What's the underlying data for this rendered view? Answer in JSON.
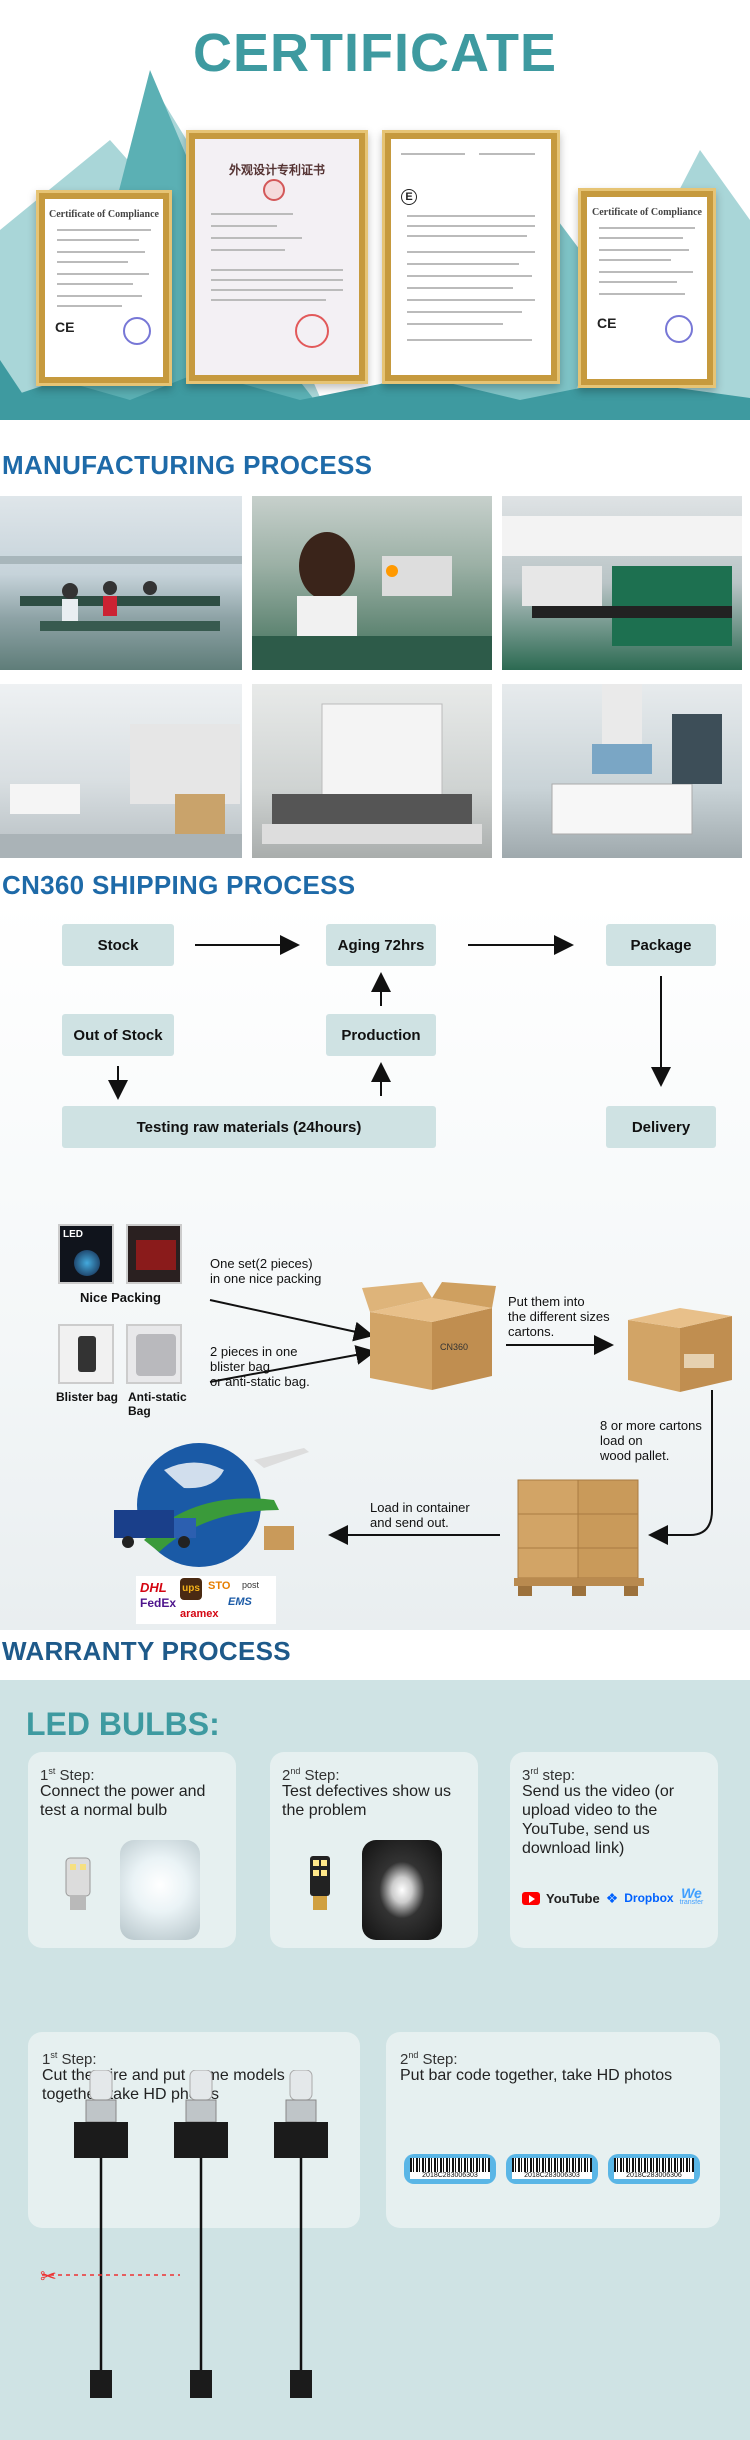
{
  "certificate": {
    "title": "CERTIFICATE",
    "cert1_title": "Certificate of Compliance",
    "cert4_title": "Certificate of Compliance",
    "cert2_title": "外观设计专利证书",
    "cert1_mark": "CE",
    "cert4_mark": "CE",
    "cert3_mark": "E"
  },
  "manufacturing": {
    "title": "MANUFACTURING PROCESS"
  },
  "shipping": {
    "title": "CN360 SHIPPING PROCESS",
    "flow": {
      "stock": "Stock",
      "aging": "Aging 72hrs",
      "package": "Package",
      "out_of_stock": "Out of Stock",
      "production": "Production",
      "testing": "Testing raw materials (24hours)",
      "delivery": "Delivery"
    },
    "packing": {
      "nice_packing": "Nice Packing",
      "one_set": "One set(2 pieces)\nin one nice packing",
      "blister_bag": "Blister bag",
      "anti_static_bag": "Anti-static\nBag",
      "two_pieces": "2 pieces in one\nblister bag\nor anti-static bag.",
      "put_into": "Put them into\nthe different sizes\ncartons.",
      "eight_more": "8 or more cartons\nload on\nwood pallet.",
      "load_container": "Load in container\nand send out.",
      "led_box_label": "LED",
      "carton_brand": "CN360"
    },
    "carriers": {
      "dhl": "DHL",
      "ups": "ups",
      "sto": "STO",
      "post": "post",
      "fedex": "FedEx",
      "ems": "EMS",
      "aramex": "aramex"
    }
  },
  "warranty": {
    "title": "WARRANTY PROCESS",
    "led_title": "LED BULBS:",
    "step_word": "Step:",
    "step_word_lower": "step:",
    "card1": {
      "num": "1",
      "sup": "st",
      "text": "Connect the power and\ntest a normal bulb"
    },
    "card2": {
      "num": "2",
      "sup": "nd",
      "text": "Test defectives show us\nthe problem"
    },
    "card3": {
      "num": "3",
      "sup": "rd",
      "text": "Send us the video (or\nupload video to the\nYouTube, send us\ndownload link)"
    },
    "card4": {
      "num": "1",
      "sup": "st",
      "text": "Cut the wire and put same models\ntogether, take HD photos"
    },
    "card5": {
      "num": "2",
      "sup": "nd",
      "text": "Put bar code together, take HD photos"
    },
    "logos": {
      "youtube": "YouTube",
      "dropbox": "Dropbox",
      "we": "We",
      "we_sub": "transfer"
    },
    "barcodes": [
      "2018C283006303",
      "2018C283006303",
      "2018C283006306"
    ]
  },
  "colors": {
    "teal": "#3e9aa0",
    "blue": "#1e6aa8",
    "flow_box": "#cfe2e3",
    "warranty_bg": "#cfe3e4",
    "gold": "#c69a3e"
  }
}
